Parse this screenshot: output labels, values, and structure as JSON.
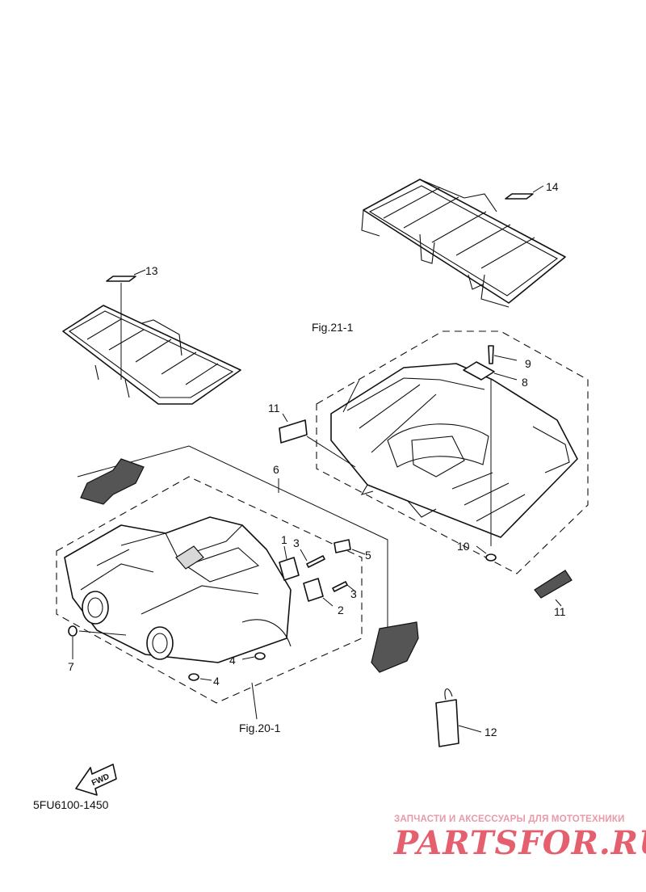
{
  "diagram": {
    "part_labels": {
      "p1": "1",
      "p2": "2",
      "p3a": "3",
      "p3b": "3",
      "p4a": "4",
      "p4b": "4",
      "p5": "5",
      "p6": "6",
      "p7": "7",
      "p8": "8",
      "p9": "9",
      "p10": "10",
      "p11a": "11",
      "p11b": "11",
      "p12": "12",
      "p13": "13",
      "p14": "14"
    },
    "figure_refs": {
      "rear": "Fig.21-1",
      "front": "Fig.20-1"
    },
    "fwd_label": "FWD",
    "diagram_code": "5FU6100-1450"
  },
  "watermark": {
    "tagline": "ЗАПЧАСТИ И АКСЕССУАРЫ ДЛЯ МОТОТЕХНИКИ",
    "logo": "PARTSFOR.RU",
    "color": "#e4606f"
  }
}
